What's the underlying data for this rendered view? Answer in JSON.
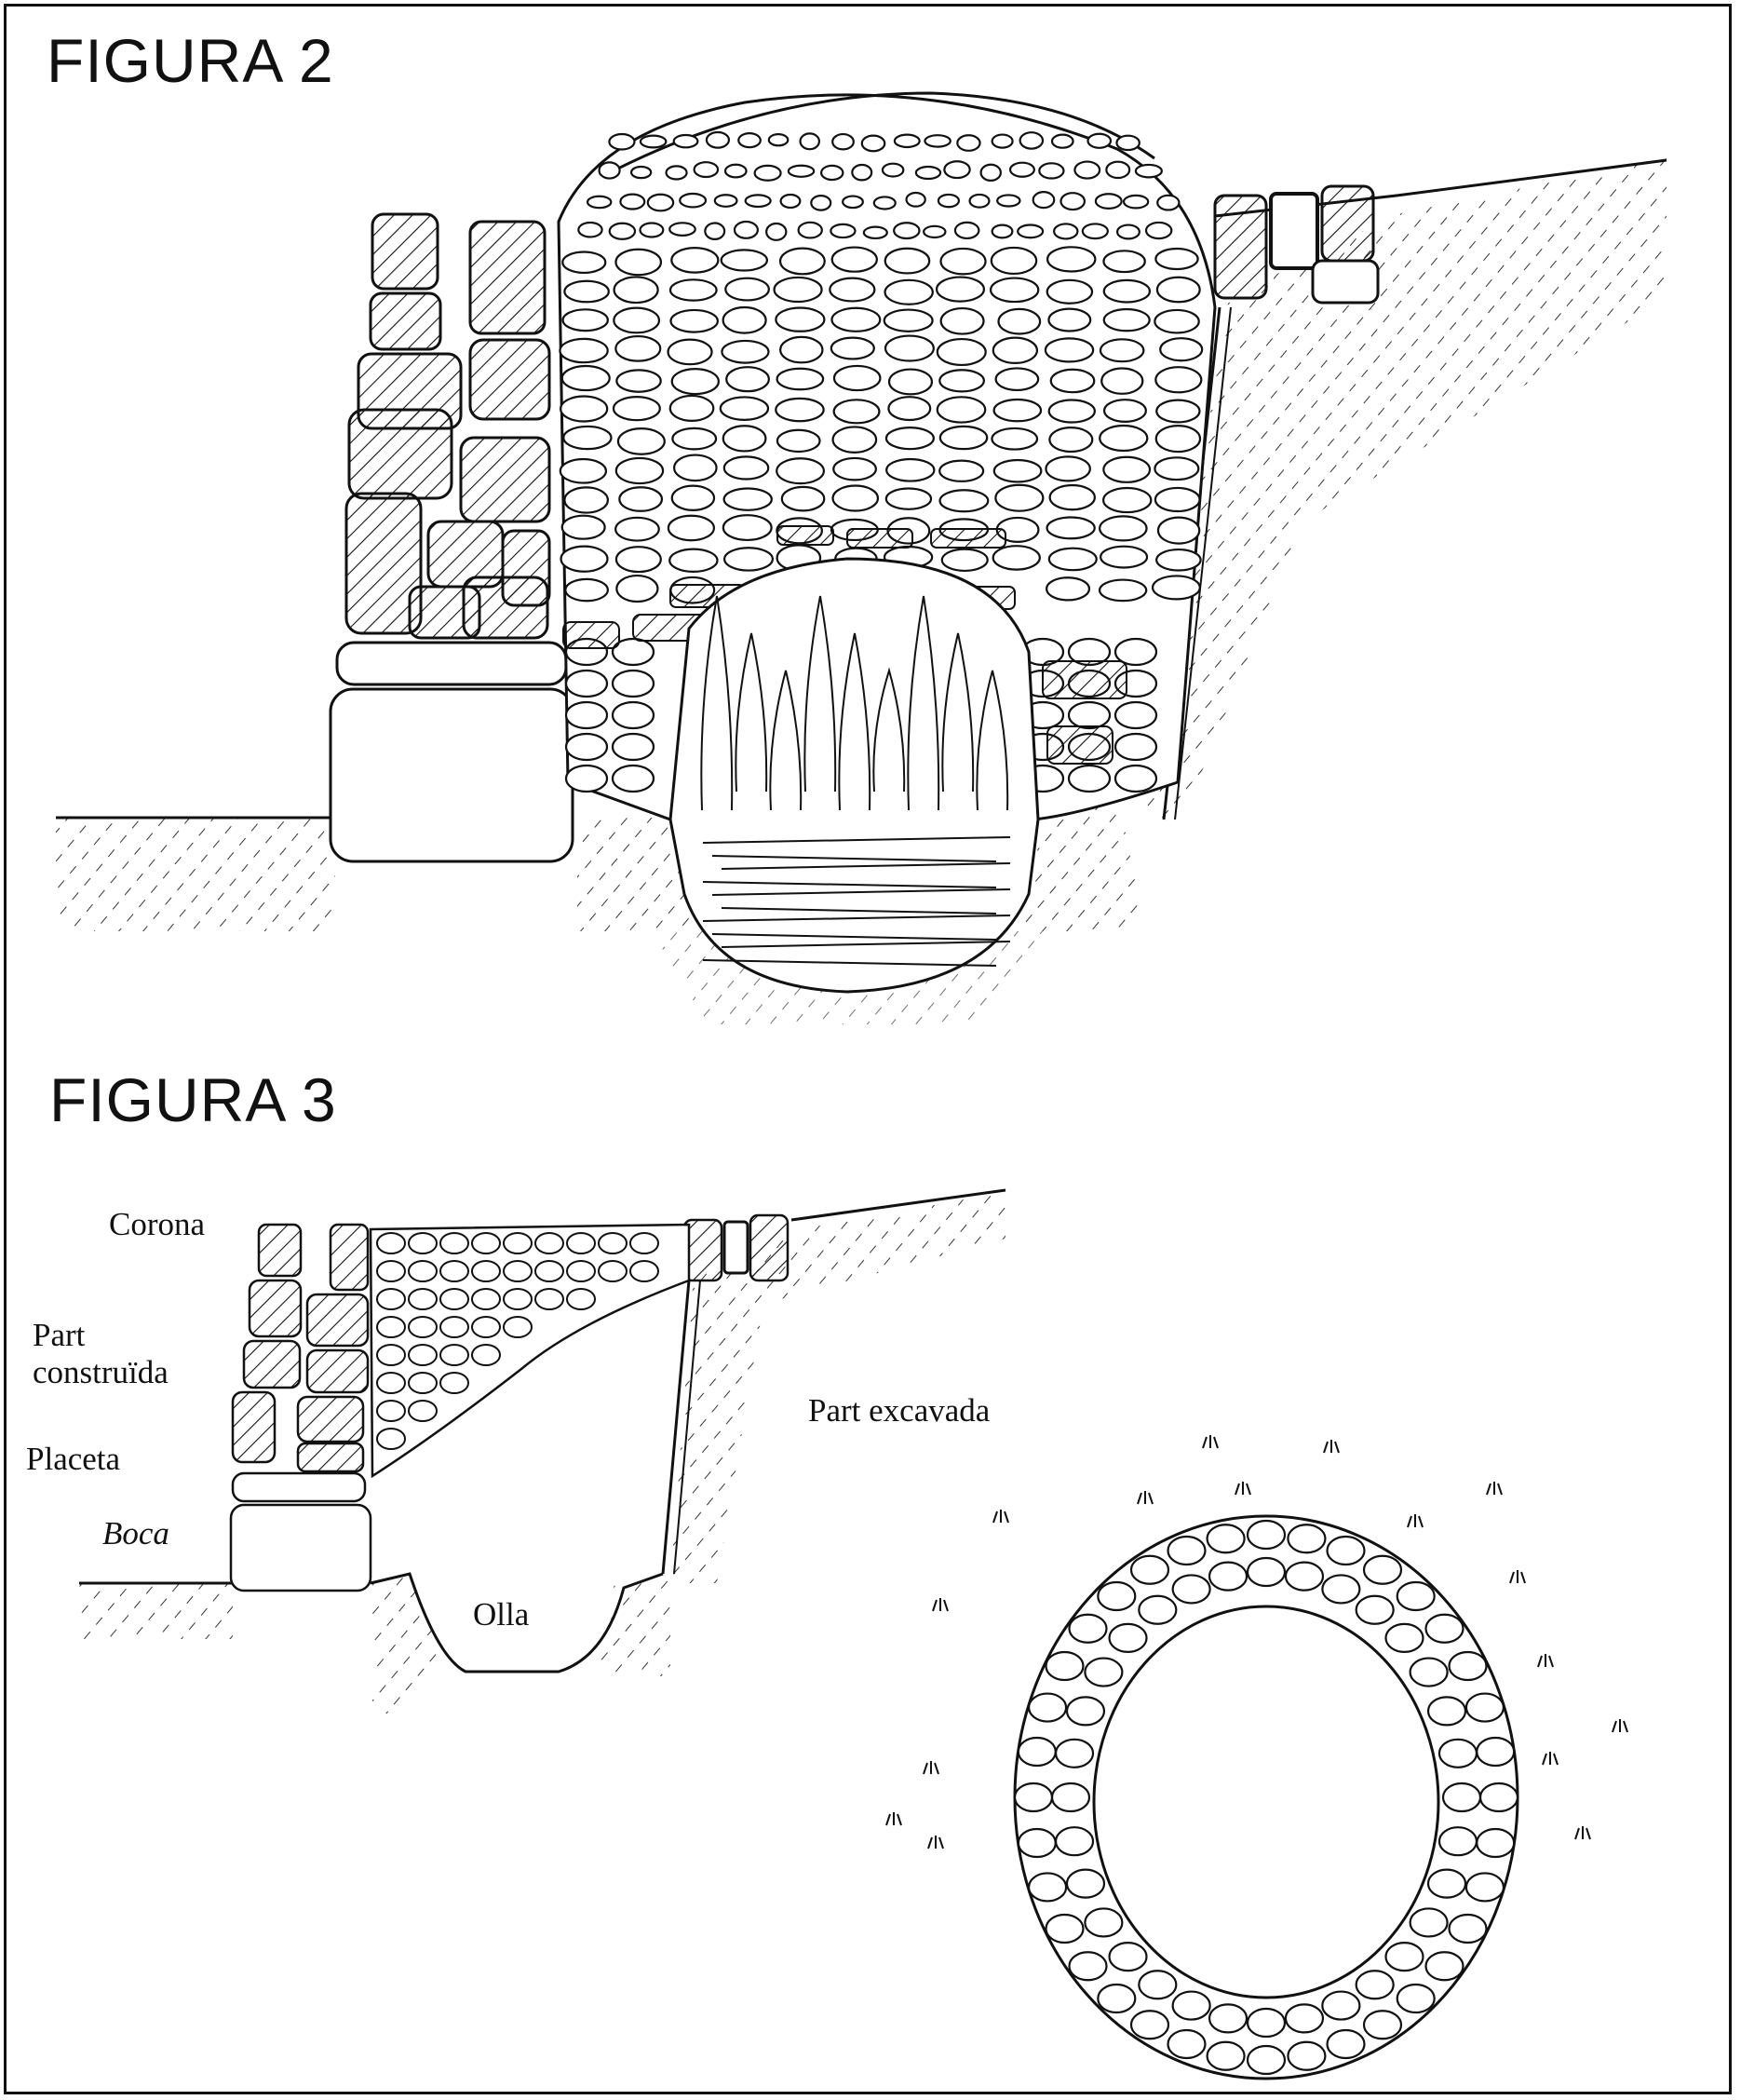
{
  "figure2": {
    "title": "FIGURA 2"
  },
  "figure3": {
    "title": "FIGURA 3",
    "labels": {
      "corona": "Corona",
      "part": "Part",
      "construida": "construïda",
      "placeta": "Placeta",
      "boca": "Boca",
      "olla": "Olla",
      "part_excavada": "Part excavada"
    }
  },
  "colors": {
    "ink": "#111111",
    "paper": "#ffffff"
  }
}
